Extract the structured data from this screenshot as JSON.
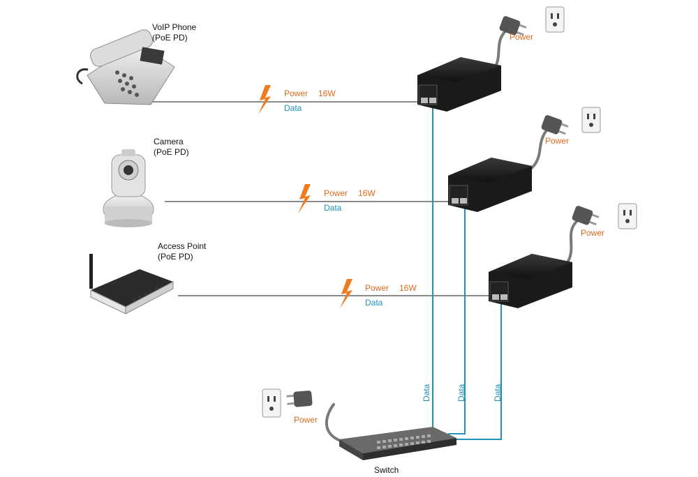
{
  "devices": {
    "phone": {
      "name": "VoIP Phone",
      "role": "(PoE PD)"
    },
    "camera": {
      "name": "Camera",
      "role": "(PoE PD)"
    },
    "ap": {
      "name": "Access Point",
      "role": "(PoE PD)"
    },
    "switch": {
      "name": "Switch"
    }
  },
  "links": {
    "row1": {
      "power": "Power",
      "watts": "16W",
      "data": "Data"
    },
    "row2": {
      "power": "Power",
      "watts": "16W",
      "data": "Data"
    },
    "row3": {
      "power": "Power",
      "watts": "16W",
      "data": "Data"
    }
  },
  "injectors": {
    "inj1_power": "Power",
    "inj2_power": "Power",
    "inj3_power": "Power"
  },
  "switch_power": "Power",
  "uplinks": [
    "Data",
    "Data",
    "Data"
  ],
  "colors": {
    "power": "#e06a1c",
    "data": "#1f93bd",
    "cable": "#8a8a8a",
    "device_dark": "#1a1a1a"
  }
}
